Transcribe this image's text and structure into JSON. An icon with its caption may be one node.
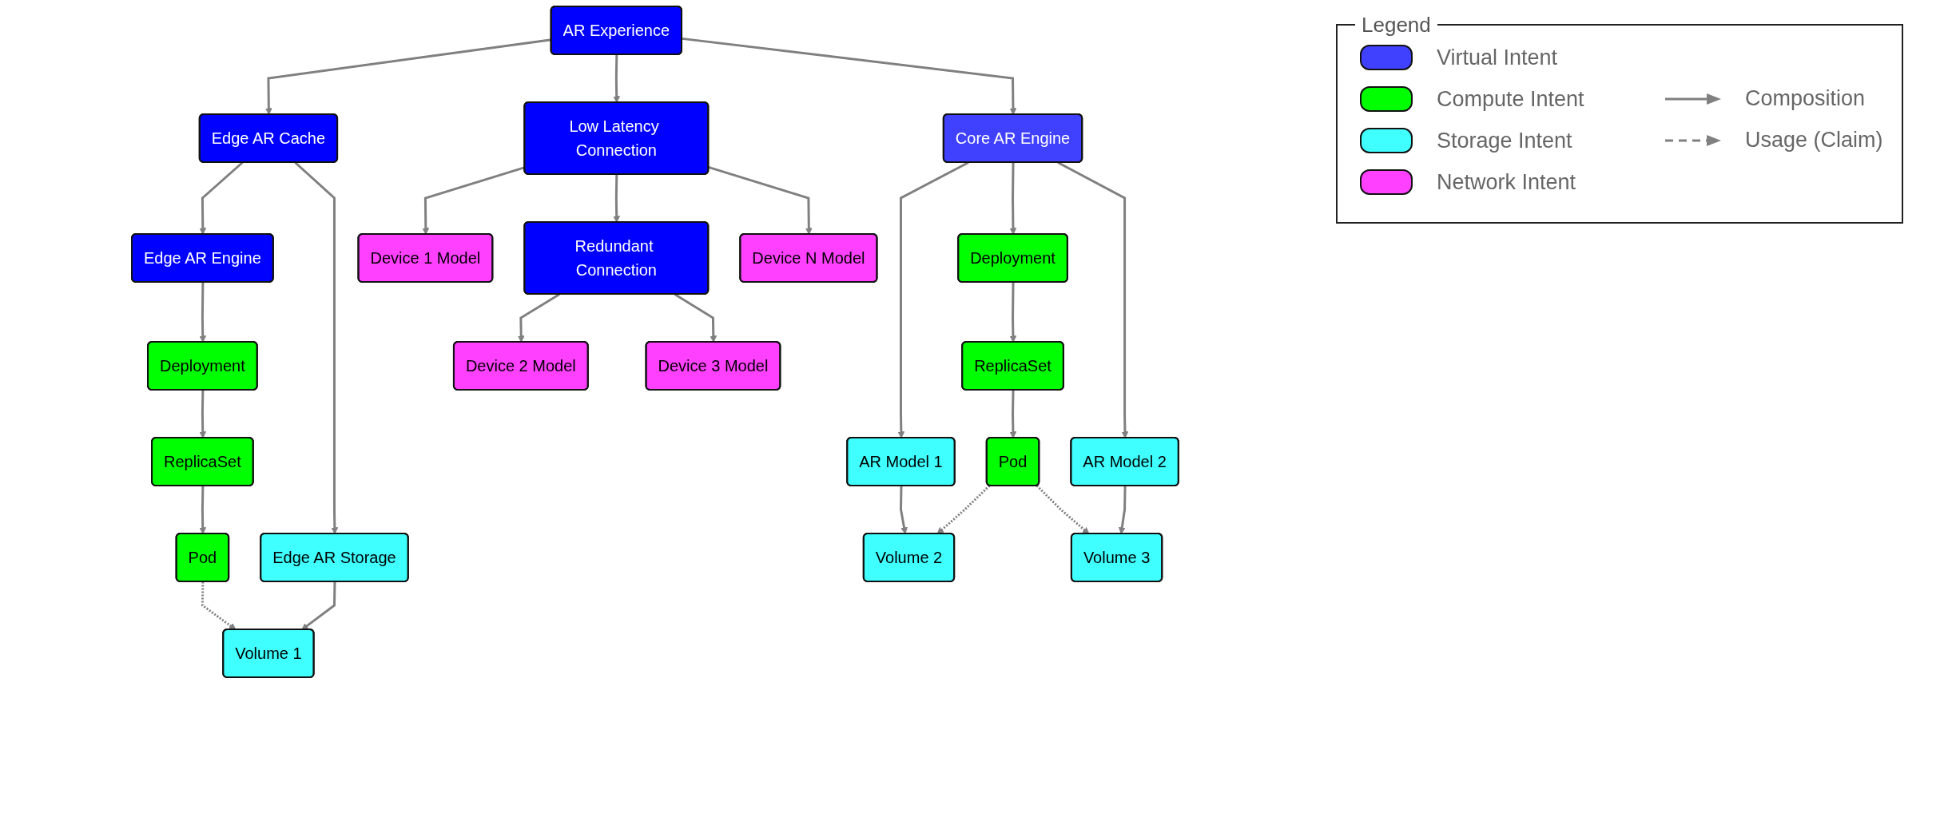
{
  "diagram": {
    "nodes": [
      {
        "text": [
          "AR Experience"
        ]
      },
      {
        "text": [
          "Edge AR Cache"
        ]
      },
      {
        "text": [
          "Core AR Engine"
        ]
      },
      {
        "text": [
          "Edge AR Engine"
        ]
      },
      {
        "text": [
          "Edge AR Storage"
        ]
      },
      {
        "text": [
          "Low Latency Connection"
        ]
      },
      {
        "text": [
          "AR Model 1"
        ]
      },
      {
        "text": [
          "Deployment"
        ]
      },
      {
        "text": [
          "AR Model 2"
        ]
      },
      {
        "text": [
          "Deployment"
        ]
      },
      {
        "text": [
          "Volume 1"
        ]
      },
      {
        "text": [
          "Device 1 Model"
        ]
      },
      {
        "text": [
          "Redundant Connection"
        ]
      },
      {
        "text": [
          "Device N Model"
        ]
      },
      {
        "text": [
          "Volume 2"
        ]
      },
      {
        "text": [
          "ReplicaSet"
        ]
      },
      {
        "text": [
          "Volume 3"
        ]
      },
      {
        "text": [
          "ReplicaSet"
        ]
      },
      {
        "text": [
          "Device 2 Model"
        ]
      },
      {
        "text": [
          "Device 3 Model"
        ]
      },
      {
        "text": [
          "Pod"
        ]
      },
      {
        "text": [
          "Pod"
        ]
      }
    ],
    "edges": [
      {
        "from": 0,
        "to": 1,
        "arrow": "to"
      },
      {
        "from": 0,
        "to": 5,
        "arrow": "to"
      },
      {
        "from": 0,
        "to": 2,
        "arrow": "to"
      },
      {
        "from": 1,
        "to": 3,
        "arrow": "to"
      },
      {
        "from": 1,
        "to": 4,
        "arrow": "to"
      },
      {
        "from": 3,
        "to": 9,
        "arrow": "to"
      },
      {
        "from": 4,
        "to": 10,
        "arrow": "to"
      },
      {
        "from": 9,
        "to": 17,
        "arrow": "to"
      },
      {
        "from": 17,
        "to": 21,
        "arrow": "to"
      },
      {
        "from": 21,
        "to": 10,
        "arrow": "to",
        "style": "dashed"
      },
      {
        "from": 5,
        "to": 11,
        "arrow": "to"
      },
      {
        "from": 5,
        "to": 12,
        "arrow": "to"
      },
      {
        "from": 5,
        "to": 13,
        "arrow": "to"
      },
      {
        "from": 12,
        "to": 18,
        "arrow": "to"
      },
      {
        "from": 12,
        "to": 19,
        "arrow": "to"
      },
      {
        "from": 2,
        "to": 6,
        "arrow": "to"
      },
      {
        "from": 2,
        "to": 7,
        "arrow": "to"
      },
      {
        "from": 2,
        "to": 8,
        "arrow": "to"
      },
      {
        "from": 6,
        "to": 14,
        "arrow": "to"
      },
      {
        "from": 7,
        "to": 15,
        "arrow": "to"
      },
      {
        "from": 8,
        "to": 16,
        "arrow": "to"
      },
      {
        "from": 15,
        "to": 20,
        "arrow": "to"
      },
      {
        "from": 20,
        "to": 14,
        "arrow": "to",
        "style": "dashed"
      },
      {
        "from": 20,
        "to": 16,
        "arrow": "to",
        "style": "dashed"
      }
    ],
    "labels": [
      "Legend"
    ],
    "legend": [
      {
        "text": "Virtual Intent",
        "color": "#4040ff"
      },
      {
        "text": "Compute Intent",
        "color": "#00ff00"
      },
      {
        "text": "Storage Intent",
        "color": "#40ffff"
      },
      {
        "text": "Network Intent",
        "color": "#ff40ff"
      },
      {
        "text": "Composition"
      },
      {
        "text": "Usage (Claim)"
      }
    ]
  }
}
